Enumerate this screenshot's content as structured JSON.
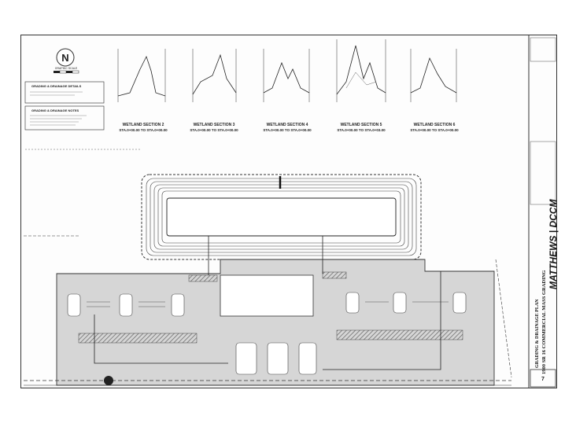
{
  "north_scale": {
    "north_label": "N",
    "scale_label": "GRAPHIC SCALE"
  },
  "legend": {
    "details_title": "GRADING & DRAINAGE DETAILS",
    "notes_title": "GRADING & DRAINAGE NOTES"
  },
  "sections": [
    {
      "title": "WETLAND SECTION 2",
      "station": "STA.0+00.00 TO STA.0+00.00"
    },
    {
      "title": "WETLAND SECTION 3",
      "station": "STA.0+00.00 TO STA.0+00.00"
    },
    {
      "title": "WETLAND SECTION 4",
      "station": "STA.0+00.00 TO STA.0+00.00"
    },
    {
      "title": "WETLAND SECTION 5",
      "station": "STA.0+00.00 TO STA.0+03.00"
    },
    {
      "title": "WETLAND SECTION 6",
      "station": "STA.0+00.00 TO STA.0+00.00"
    }
  ],
  "title_block": {
    "firm": "MATTHEWS | DCCM",
    "sheet_title": "GRADING & DRAINAGE PLAN",
    "project": "1900 SR 16 COMMERCIAL MASS GRADING",
    "sheet_number": "7"
  },
  "colors": {
    "line": "#333333",
    "pavement": "#d4d4d4",
    "hatch": "#8a8a8a",
    "paper": "#fdfdfd"
  }
}
